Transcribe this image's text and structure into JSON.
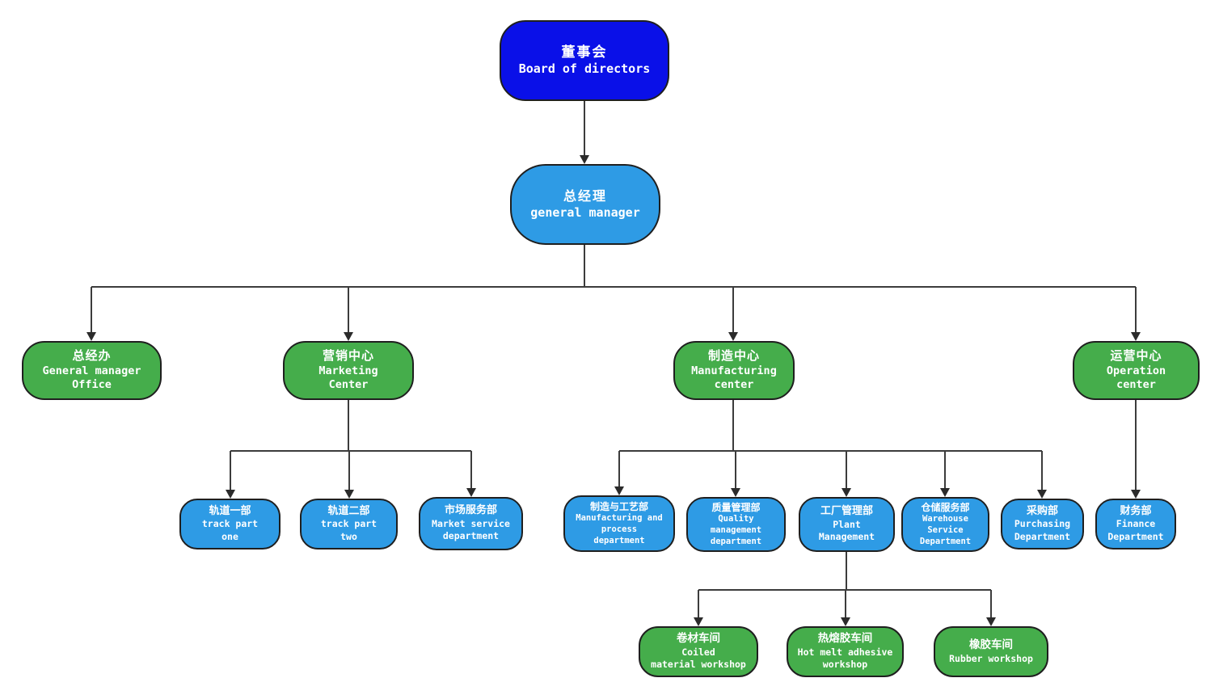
{
  "diagram": {
    "type": "org-chart",
    "colors": {
      "root_blue": "#0a10e8",
      "branch_blue": "#2e9be5",
      "branch_green": "#45ad4b",
      "connector_line": "#3c3c3c",
      "text": "#ffffff"
    },
    "nodes": {
      "board": {
        "title": "董事会",
        "subtitle": "Board of directors",
        "parent": null
      },
      "gm": {
        "title": "总经理",
        "subtitle": "general manager",
        "parent": "board"
      },
      "gmo": {
        "title": "总经办",
        "subtitle": "General manager\nOffice",
        "parent": "gm"
      },
      "mkt": {
        "title": "营销中心",
        "subtitle": "Marketing\nCenter",
        "parent": "gm"
      },
      "mfg": {
        "title": "制造中心",
        "subtitle": "Manufacturing\ncenter",
        "parent": "gm"
      },
      "ops": {
        "title": "运营中心",
        "subtitle": "Operation\ncenter",
        "parent": "gm"
      },
      "track1": {
        "title": "轨道一部",
        "subtitle": "track part\none",
        "parent": "mkt"
      },
      "track2": {
        "title": "轨道二部",
        "subtitle": "track part\ntwo",
        "parent": "mkt"
      },
      "msd": {
        "title": "市场服务部",
        "subtitle": "Market service\ndepartment",
        "parent": "mkt"
      },
      "mpd": {
        "title": "制造与工艺部",
        "subtitle": "Manufacturing and\nprocess\ndepartment",
        "parent": "mfg"
      },
      "qmd": {
        "title": "质量管理部",
        "subtitle": "Quality\nmanagement\ndepartment",
        "parent": "mfg"
      },
      "pm": {
        "title": "工厂管理部",
        "subtitle": "Plant\nManagement",
        "parent": "mfg"
      },
      "wsd": {
        "title": "仓储服务部",
        "subtitle": "Warehouse\nService\nDepartment",
        "parent": "mfg"
      },
      "pur": {
        "title": "采购部",
        "subtitle": "Purchasing\nDepartment",
        "parent": "mfg"
      },
      "fin": {
        "title": "财务部",
        "subtitle": "Finance\nDepartment",
        "parent": "ops"
      },
      "coiled": {
        "title": "卷材车间",
        "subtitle": "Coiled\nmaterial workshop",
        "parent": "pm"
      },
      "hotmelt": {
        "title": "热熔胶车间",
        "subtitle": "Hot melt adhesive\nworkshop",
        "parent": "pm"
      },
      "rubber": {
        "title": "橡胶车间",
        "subtitle": "Rubber workshop",
        "parent": "pm"
      }
    }
  }
}
